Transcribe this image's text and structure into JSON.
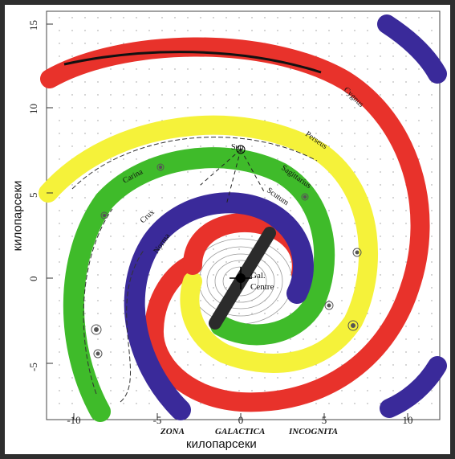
{
  "axes": {
    "xlabel": "килопарсеки",
    "ylabel": "килопарсеки",
    "x_ticks": [
      "-10",
      "-5",
      "0",
      "5",
      "10"
    ],
    "y_ticks": [
      "15",
      "10",
      "5",
      "0",
      "-5"
    ]
  },
  "labels": {
    "cygnus": "Cygnus",
    "perseus": "Perseus",
    "sagittarius": "Sagittarius",
    "scutum": "Scutum",
    "carina": "Carina",
    "crux": "Crux",
    "norma": "Norma",
    "sun": "Sun",
    "gal_centre_1": "Gal.",
    "gal_centre_2": "Centre",
    "zona": "ZONA",
    "galactica": "GALACTICA",
    "incognita": "INCOGNITA"
  },
  "colors": {
    "red_arm": "#e8322b",
    "yellow_arm": "#f5f23a",
    "green_arm": "#3fbb2a",
    "blue_arm": "#3a2a9a",
    "bar": "#2b2b2b"
  }
}
